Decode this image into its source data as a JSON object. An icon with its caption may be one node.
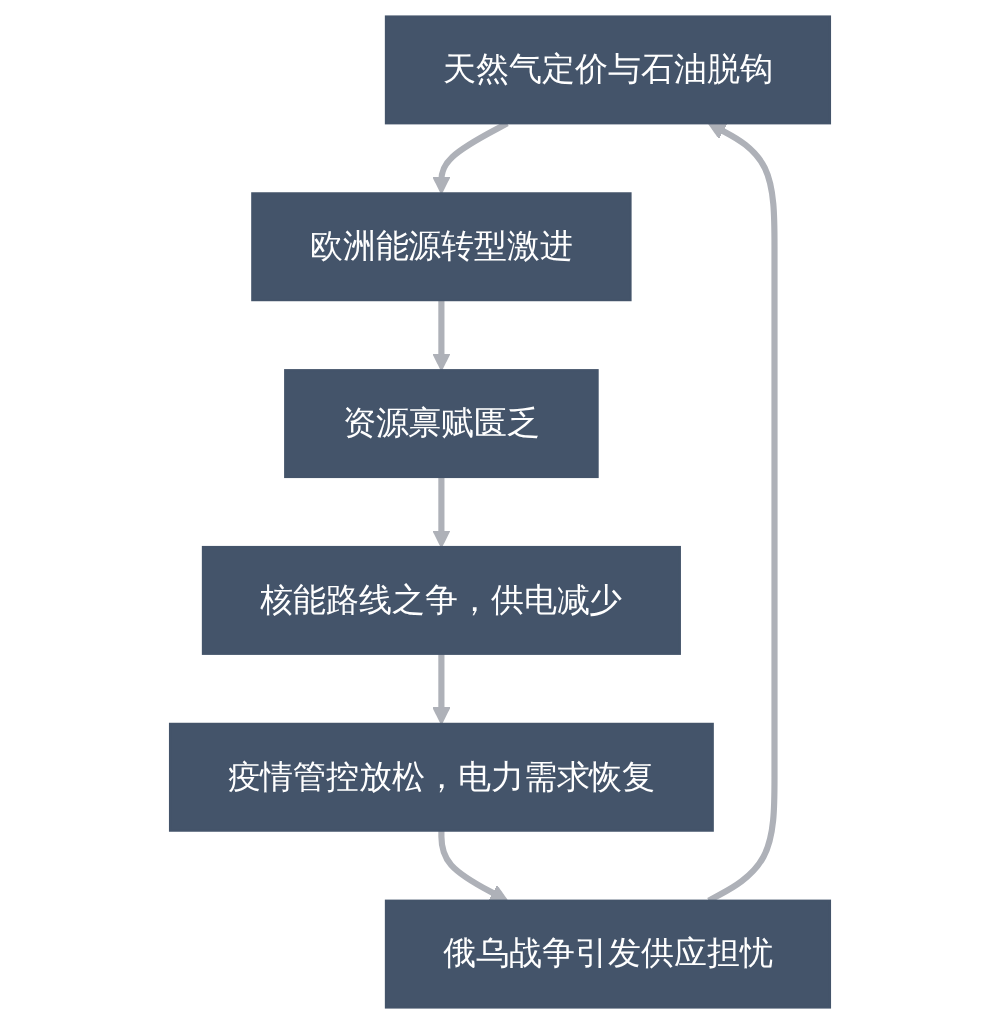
{
  "diagram": {
    "nodes": [
      {
        "text": [
          "天然气定价与石油脱钩"
        ]
      },
      {
        "text": [
          "欧洲能源转型激进"
        ]
      },
      {
        "text": [
          "资源禀赋匮乏"
        ]
      },
      {
        "text": [
          "核能路线之争，供电减少"
        ]
      },
      {
        "text": [
          "疫情管控放松，电力需求恢复"
        ]
      },
      {
        "text": [
          "俄乌战争引发供应担忧"
        ]
      }
    ],
    "edges": [
      {
        "from": 0,
        "to": 1,
        "arrow": "to"
      },
      {
        "from": 1,
        "to": 2,
        "arrow": "to"
      },
      {
        "from": 2,
        "to": 3,
        "arrow": "to"
      },
      {
        "from": 3,
        "to": 4,
        "arrow": "to"
      },
      {
        "from": 4,
        "to": 5,
        "arrow": "to"
      },
      {
        "from": 5,
        "to": 0,
        "arrow": "to"
      }
    ]
  }
}
